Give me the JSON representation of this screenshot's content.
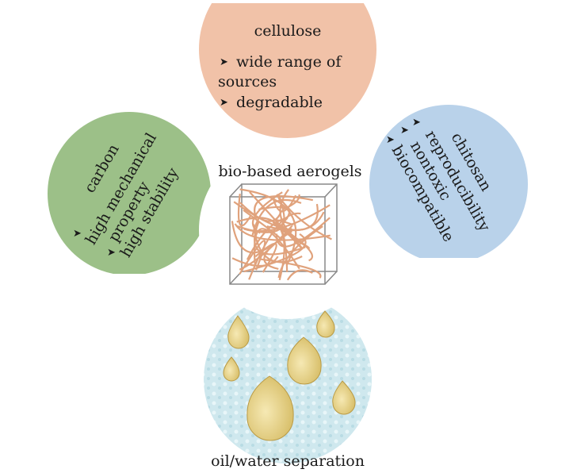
{
  "cellulose": {
    "title": "cellulose",
    "points": [
      "wide range of",
      "sources",
      "degradable"
    ]
  },
  "carbon": {
    "title": "carbon",
    "points": [
      "high mechanical",
      "property",
      "high stability"
    ]
  },
  "chitosan": {
    "title": "chitosan",
    "points": [
      "reproducibility",
      "nontoxic",
      "biocompatible"
    ]
  },
  "center": {
    "label": "bio-based aerogels"
  },
  "application": {
    "label": "oil/water separation"
  },
  "colors": {
    "cellulose": "#f1c2a8",
    "carbon": "#9cc088",
    "chitosan": "#b9d2ea",
    "water": "#cde8ef",
    "drop": "#ead891",
    "fiber": "#e0a27c"
  }
}
